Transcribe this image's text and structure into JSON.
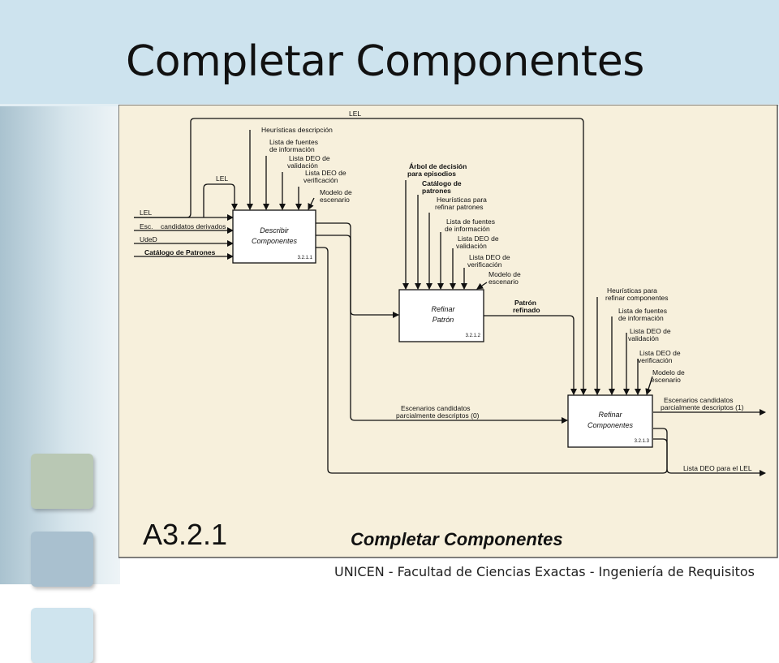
{
  "slide": {
    "title": "Completar Componentes",
    "footer": "UNICEN - Facultad de Ciencias Exactas - Ingeniería de Requisitos"
  },
  "diagram": {
    "node_id": "A3.2.1",
    "caption": "Completar Componentes",
    "top_lel": "LEL",
    "boxes": [
      {
        "name": "Describir",
        "name2": "Componentes",
        "id": "3.2.1.1"
      },
      {
        "name": "Refinar",
        "name2": "Patrón",
        "id": "3.2.1.2"
      },
      {
        "name": "Refinar",
        "name2": "Componentes",
        "id": "3.2.1.3"
      }
    ],
    "box1_inputs": {
      "lel": "LEL",
      "esc_a": "Esc.",
      "esc_b": "candidatos derivados",
      "uded": "UdeD",
      "catalogo": "Catálogo de Patrones"
    },
    "box1_controls": {
      "lel": "LEL",
      "c1": "Heurísticas descripción",
      "c2a": "Lista de fuentes",
      "c2b": "de información",
      "c3a": "Lista DEO de",
      "c3b": "validación",
      "c4a": "Lista DEO de",
      "c4b": "verificación",
      "c5a": "Modelo de",
      "c5b": "escenario"
    },
    "box2_controls": {
      "c1a": "Árbol de decisión",
      "c1b": "para episodios",
      "c2a": "Catálogo de",
      "c2b": "patrones",
      "c3a": "Heurísticas para",
      "c3b": "refinar patrones",
      "c4a": "Lista de  fuentes",
      "c4b": "de información",
      "c5a": "Lista DEO de",
      "c5b": "validación",
      "c6a": "Lista DEO de",
      "c6b": "verificación",
      "c7a": "Modelo de",
      "c7b": "escenario"
    },
    "box2_output_a": "Patrón",
    "box2_output_b": "refinado",
    "box3_controls": {
      "c1a": "Heurísticas para",
      "c1b": "refinar componentes",
      "c2a": "Lista de fuentes",
      "c2b": "de información",
      "c3a": "Lista DEO de",
      "c3b": "validación",
      "c4a": "Lista DEO de",
      "c4b": "verificación",
      "c5a": "Modelo de",
      "c5b": "escenario"
    },
    "flow_partial_a": "Escenarios candidatos",
    "flow_partial_b": "parcialmente descriptos (0)",
    "out_final_a": "Escenarios candidatos",
    "out_final_b": "parcialmente descriptos (1)",
    "out_lel": "Lista DEO para el LEL"
  }
}
